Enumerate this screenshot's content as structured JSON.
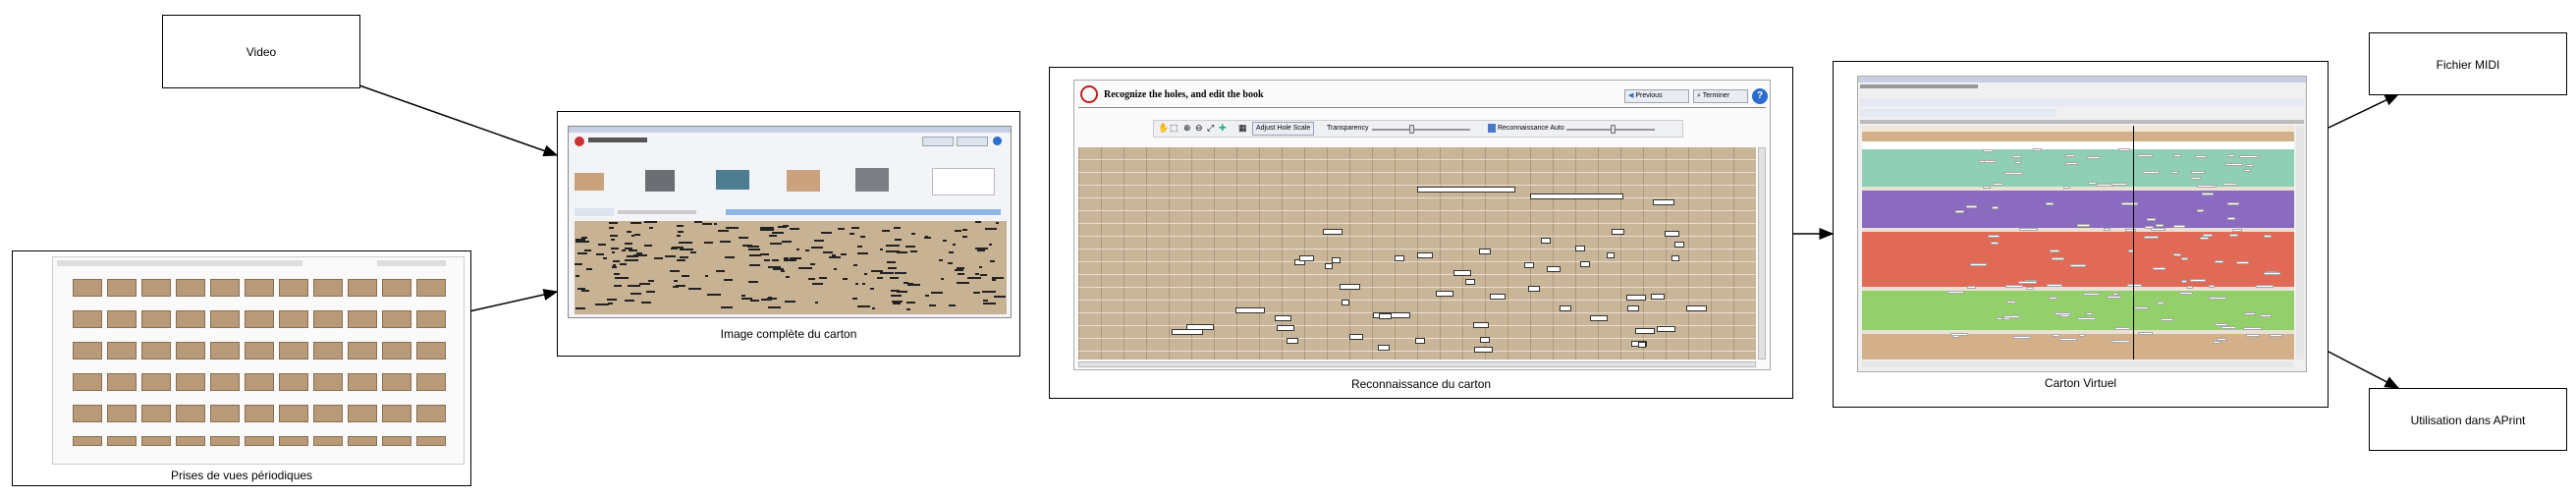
{
  "nodes": {
    "video": "Video",
    "prises": "Prises de vues périodiques",
    "image_complete": "Image complète du carton",
    "reconnaissance": "Reconnaissance du carton",
    "carton_virtuel": "Carton Virtuel",
    "fichier_midi": "Fichier MIDI",
    "utilisation": "Utilisation dans APrint"
  },
  "recognition_screen": {
    "title": "Recognize the holes, and edit the book",
    "previous_label": "Previous",
    "terminer_label": "Terminer",
    "help_label": "?",
    "adjust_label": "Adjust Hole Scale",
    "transparency_label": "Transparency",
    "reco_label": "Reconnaissance Auto"
  },
  "colors": {
    "paper": "#c8b49a",
    "track_teal": "#8fcfb6",
    "track_purple": "#8a6bbf",
    "track_red": "#e06a55",
    "track_green": "#93d06c",
    "track_tan": "#d4b08a"
  }
}
